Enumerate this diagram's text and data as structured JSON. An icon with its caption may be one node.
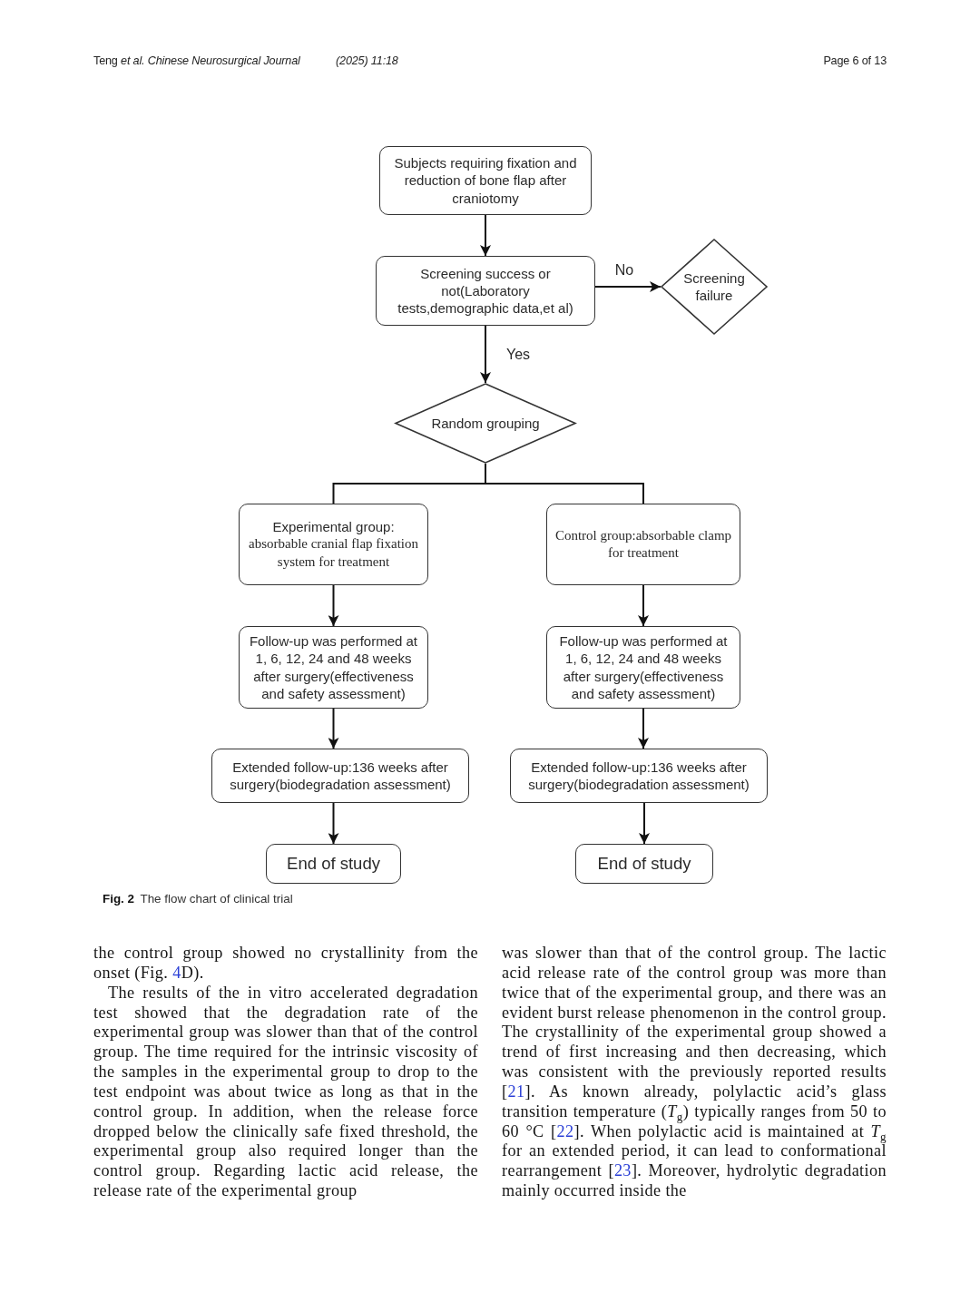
{
  "diagram": {
    "caption": "**Fig. 2** The flow chart of clinical trial",
    "nodes": [
      {
        "text": [
          "Subjects requiring fixation and reduction of bone flap after craniotomy"
        ]
      },
      {
        "text": [
          "Screening success or not(Laboratory tests,demographic data,et al)"
        ]
      },
      {
        "text": [
          "Screening failure"
        ]
      },
      {
        "text": [
          "Random grouping"
        ]
      },
      {
        "text": [
          "Experimental group:",
          "absorbable cranial flap fixation system for treatment"
        ]
      },
      {
        "text": [
          "Control group:absorbable clamp for treatment"
        ]
      },
      {
        "text": [
          "Follow-up was performed at 1, 6, 12, 24 and 48 weeks after surgery(effectiveness and safety assessment)"
        ]
      },
      {
        "text": [
          "Follow-up was performed at 1, 6, 12, 24 and 48 weeks after surgery(effectiveness and safety assessment)"
        ]
      },
      {
        "text": [
          "Extended follow-up:136 weeks after surgery(biodegradation assessment)"
        ]
      },
      {
        "text": [
          "Extended follow-up:136 weeks after surgery(biodegradation assessment)"
        ]
      },
      {
        "text": [
          "End of study"
        ]
      },
      {
        "text": [
          "End of study"
        ]
      }
    ],
    "edges": [
      {
        "from": 0,
        "to": 1,
        "arrow": "to"
      },
      {
        "from": 1,
        "to": 2,
        "arrow": "to",
        "label": "No"
      },
      {
        "from": 1,
        "to": 3,
        "arrow": "to",
        "label": "Yes"
      },
      {
        "from": 3,
        "to": 4,
        "arrow": "none"
      },
      {
        "from": 3,
        "to": 5,
        "arrow": "none"
      },
      {
        "from": 4,
        "to": 6,
        "arrow": "to"
      },
      {
        "from": 5,
        "to": 7,
        "arrow": "to"
      },
      {
        "from": 6,
        "to": 8,
        "arrow": "to"
      },
      {
        "from": 7,
        "to": 9,
        "arrow": "to"
      },
      {
        "from": 8,
        "to": 10,
        "arrow": "to"
      },
      {
        "from": 9,
        "to": 11,
        "arrow": "to"
      }
    ],
    "labels": [
      "Teng *et al. Chinese Neurosurgical Journal*",
      "(2025) 11:18",
      "Page 6 of 13",
      "the control group showed no crystallinity from the onset (Fig. 4D).",
      "The results of the in vitro accelerated degradation test showed that the degradation rate of the experimental group was slower than that of the control group. The time required for the intrinsic viscosity of the samples in the experimental group to drop to the test endpoint was about twice as long as that in the control group. In addition, when the release force dropped below the clinically safe fixed threshold, the experimental group also required longer than the control group. Regarding lactic acid release, the release rate of the experimental group",
      "was slower than that of the control group. The lactic acid release rate of the control group was more than twice that of the experimental group, and there was an evident burst release phenomenon in the control group. The crystallinity of the experimental group showed a trend of first increasing and then decreasing, which was consistent with the previously reported results [21]. As known already, polylactic acid’s glass transition temperature (*T*$_{g}$) typically ranges from 50 to 60 °C [22]. When polylactic acid is maintained at *T*$_{g}$ for an extended period, it can lead to conformational rearrangement [23]. Moreover, hydrolytic degradation mainly occurred inside the"
    ]
  }
}
